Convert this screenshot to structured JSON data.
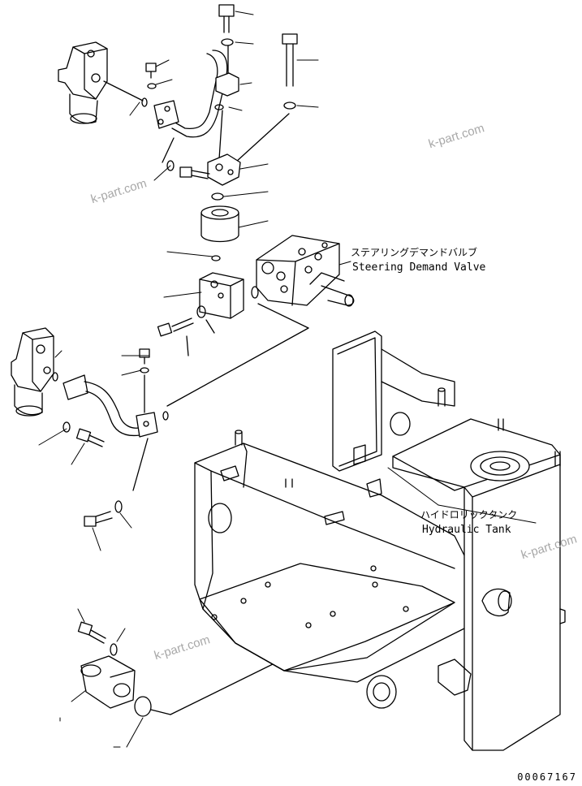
{
  "labels": {
    "steering_valve_jp": "ステアリングデマンドバルブ",
    "steering_valve_en": "Steering Demand Valve",
    "hydraulic_tank_jp": "ハイドロリックタンク",
    "hydraulic_tank_en": "Hydraulic Tank"
  },
  "watermark": "k-part.com",
  "diagram_number": "00067167"
}
